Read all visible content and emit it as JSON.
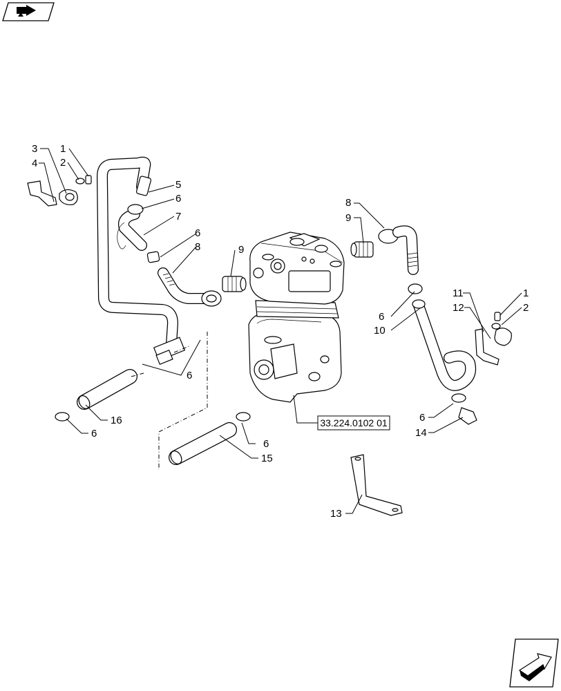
{
  "reference_label": "33.224.0102 01",
  "icons": {
    "top_left": "navigate-back-icon",
    "bottom_right": "navigate-forward-icon"
  },
  "callouts": {
    "c1a": "1",
    "c2a": "2",
    "c3": "3",
    "c4": "4",
    "c5": "5",
    "c6a": "6",
    "c7": "7",
    "c6b": "6",
    "c8a": "8",
    "c9a": "9",
    "c8b": "8",
    "c9b": "9",
    "c11": "11",
    "c1b": "1",
    "c12": "12",
    "c2b": "2",
    "c6c": "6",
    "c10": "10",
    "c6d": "6",
    "c16": "16",
    "c6e": "6",
    "c6f": "6",
    "c15": "15",
    "c6g": "6",
    "c14": "14",
    "c13": "13"
  }
}
